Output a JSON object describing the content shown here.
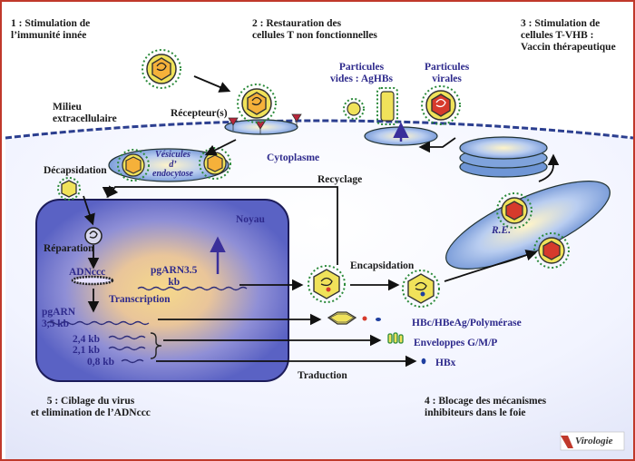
{
  "steps": {
    "s1": [
      "1 : Stimulation de",
      "l’immunité innée"
    ],
    "s2": [
      "2 : Restauration des",
      "cellules T non fonctionnelles"
    ],
    "s3": [
      "3 : Stimulation de",
      "cellules T-VHB :",
      "Vaccin thérapeutique"
    ],
    "s4": [
      "4 : Blocage des mécanismes",
      "inhibiteurs dans le foie"
    ],
    "s5": [
      "5 : Ciblage du virus",
      "et elimination de l’ADNccc"
    ]
  },
  "labels": {
    "milieu": [
      "Milieu",
      "extracellulaire"
    ],
    "recepteurs": "Récepteur(s)",
    "particules_vides": [
      "Particules",
      "vides : AgHBs"
    ],
    "particules_virales": [
      "Particules",
      "virales"
    ],
    "vesicules": [
      "Vésicules",
      "d’",
      "endocytose"
    ],
    "cytoplasme": "Cytoplasme",
    "decapsidation": "Décapsidation",
    "recyclage": "Recyclage",
    "noyau": "Noyau",
    "reparation": "Réparation",
    "adnccc": "ADNccc",
    "pgarn35": [
      "pgARN3.5",
      "kb"
    ],
    "transcription": "Transcription",
    "pgarn": [
      "pgARN",
      "3,5 kb"
    ],
    "kb24": "2,4 kb",
    "kb21": "2,1 kb",
    "kb08": "0,8 kb",
    "encapsidation": "Encapsidation",
    "re": "R.E.",
    "hbc": "HBc/HBeAg/Polymérase",
    "enveloppes": "Enveloppes G/M/P",
    "hbx": "HBx",
    "traduction": "Traduction",
    "logo": "Virologie"
  },
  "colors": {
    "membrane": "#2b3e8f",
    "nucleus_fill": "#5a62c4",
    "nucleus_glow": "#f3d27a",
    "disc_fill": "#6f96d6",
    "virus_yellow": "#f0e25a",
    "virus_red": "#d63a2c",
    "text_blue": "#2e2a8c",
    "frame": "#c0392b"
  }
}
